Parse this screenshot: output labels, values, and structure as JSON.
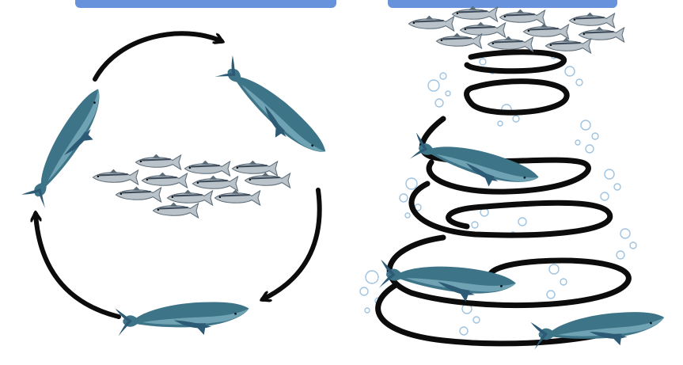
{
  "figure": {
    "panels": [
      {
        "id": "circling",
        "content": [
          "whale",
          "whale",
          "whale",
          "fish-school"
        ]
      },
      {
        "id": "bubble-net",
        "content": [
          "spiral-path",
          "bubbles",
          "whale",
          "whale",
          "whale",
          "fish-school"
        ]
      }
    ]
  },
  "colors": {
    "whale_back": "#3d7488",
    "whale_belly": "#2d5a74",
    "whale_light": "#6fa3b4",
    "fish_body": "#b9c3c9",
    "fish_stripe": "#3c4a5a",
    "path": "#0c0c0c",
    "bubble": "#9fc3e0",
    "title_band": "#4f7fd6"
  }
}
